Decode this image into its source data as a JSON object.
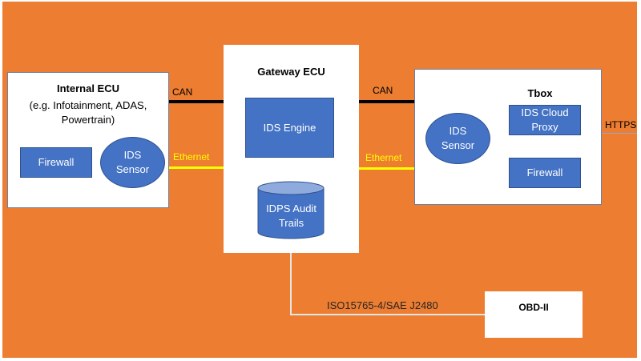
{
  "diagram": {
    "internal_ecu": {
      "title": "Internal ECU",
      "subtitle_line1": "(e.g. Infotainment, ADAS,",
      "subtitle_line2": "Powertrain)",
      "firewall": "Firewall",
      "ids_sensor_line1": "IDS",
      "ids_sensor_line2": "Sensor"
    },
    "gateway_ecu": {
      "title": "Gateway ECU",
      "ids_engine": "IDS Engine",
      "audit_line1": "IDPS Audit",
      "audit_line2": "Trails"
    },
    "tbox": {
      "title": "Tbox",
      "ids_sensor_line1": "IDS",
      "ids_sensor_line2": "Sensor",
      "cloud_proxy_line1": "IDS Cloud",
      "cloud_proxy_line2": "Proxy",
      "firewall": "Firewall"
    },
    "obd": {
      "title": "OBD-II"
    },
    "links": {
      "can_left": "CAN",
      "ethernet_left": "Ethernet",
      "can_right": "CAN",
      "ethernet_right": "Ethernet",
      "https": "HTTPS",
      "obd_link": "ISO15765-4/SAE J2480"
    },
    "colors": {
      "background": "#ED7D31",
      "component_fill": "#4472C4",
      "can_line": "#000000",
      "ethernet_line": "#FFFF00",
      "https_line": "#8EA9DB",
      "obd_line": "#E7E6E6"
    }
  }
}
